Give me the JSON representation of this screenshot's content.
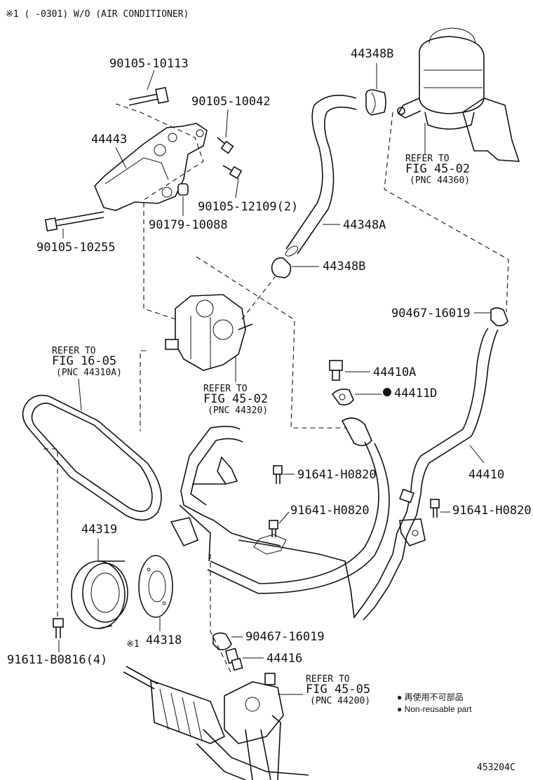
{
  "header": {
    "note": "※1 (      -0301) W/O (AIR CONDITIONER)"
  },
  "parts": {
    "bolt_90105_10113": "90105-10113",
    "bolt_90105_10042": "90105-10042",
    "bracket_44443": "44443",
    "bolt_90105_12109": "90105-12109(2)",
    "collar_90179_10088": "90179-10088",
    "bolt_90105_10255": "90105-10255",
    "clamp_44348b_top": "44348B",
    "hose_44348a": "44348A",
    "clamp_44348b_mid": "44348B",
    "clip_90467_16019_right": "90467-16019",
    "bolt_44410a": "44410A",
    "gasket_44411d": "44411D",
    "tube_44410": "44410",
    "bolt_91641_a": "91641-H0820",
    "bolt_91641_b": "91641-H0820",
    "bolt_91641_c": "91641-H0820",
    "pulley_44319": "44319",
    "plate_44318": "44318",
    "plate_44318_mark": "※1",
    "bolt_91611": "91611-B0816(4)",
    "clip_90467_16019_low": "90467-16019",
    "union_44416": "44416"
  },
  "refs": {
    "reservoir": {
      "l1": "REFER TO",
      "l2": "FIG 45-02",
      "l3": "(PNC 44360)"
    },
    "belt": {
      "l1": "REFER TO",
      "l2": "FIG 16-05",
      "l3": "(PNC 44310A)"
    },
    "pump": {
      "l1": "REFER TO",
      "l2": "FIG 45-02",
      "l3": "(PNC 44320)"
    },
    "gear": {
      "l1": "REFER TO",
      "l2": "FIG 45-05",
      "l3": "(PNC 44200)"
    }
  },
  "legend": {
    "line1": "● 再使用不可部品",
    "line2": "● Non-reusable part"
  },
  "footer": {
    "code": "453204C"
  }
}
